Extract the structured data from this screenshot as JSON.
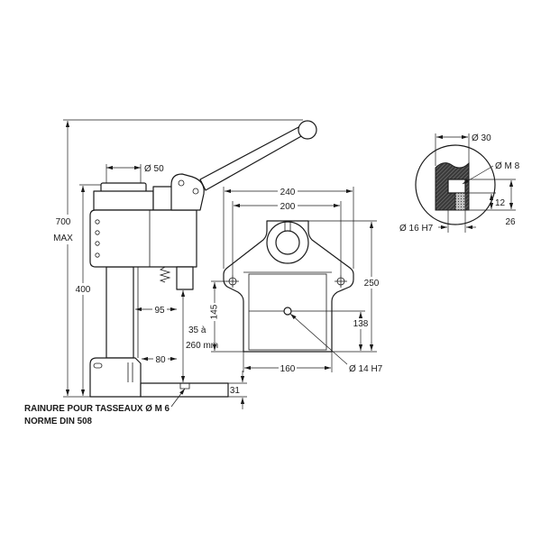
{
  "colors": {
    "ink": "#1a1a1a",
    "paper": "#ffffff"
  },
  "press": {
    "column_diameter": "Ø 50",
    "height_max_value": "700",
    "height_max_suffix": "MAX",
    "height": "400",
    "dim_95": "95",
    "dim_80": "80",
    "stroke_line1": "35 à",
    "stroke_line2": "260 mm",
    "dim_31": "31"
  },
  "note": {
    "line1": "RAINURE POUR TASSEAUX Ø M 6",
    "line2": "NORME DIN 508"
  },
  "table_view": {
    "dim_240": "240",
    "dim_200": "200",
    "dim_250": "250",
    "dim_145": "145",
    "dim_138": "138",
    "dim_160": "160",
    "bore": "Ø 14 H7"
  },
  "detail": {
    "diameter": "Ø 30",
    "thread": "Ø M 8",
    "dim_12": "12",
    "dim_26": "26",
    "bore": "Ø 16 H7"
  }
}
